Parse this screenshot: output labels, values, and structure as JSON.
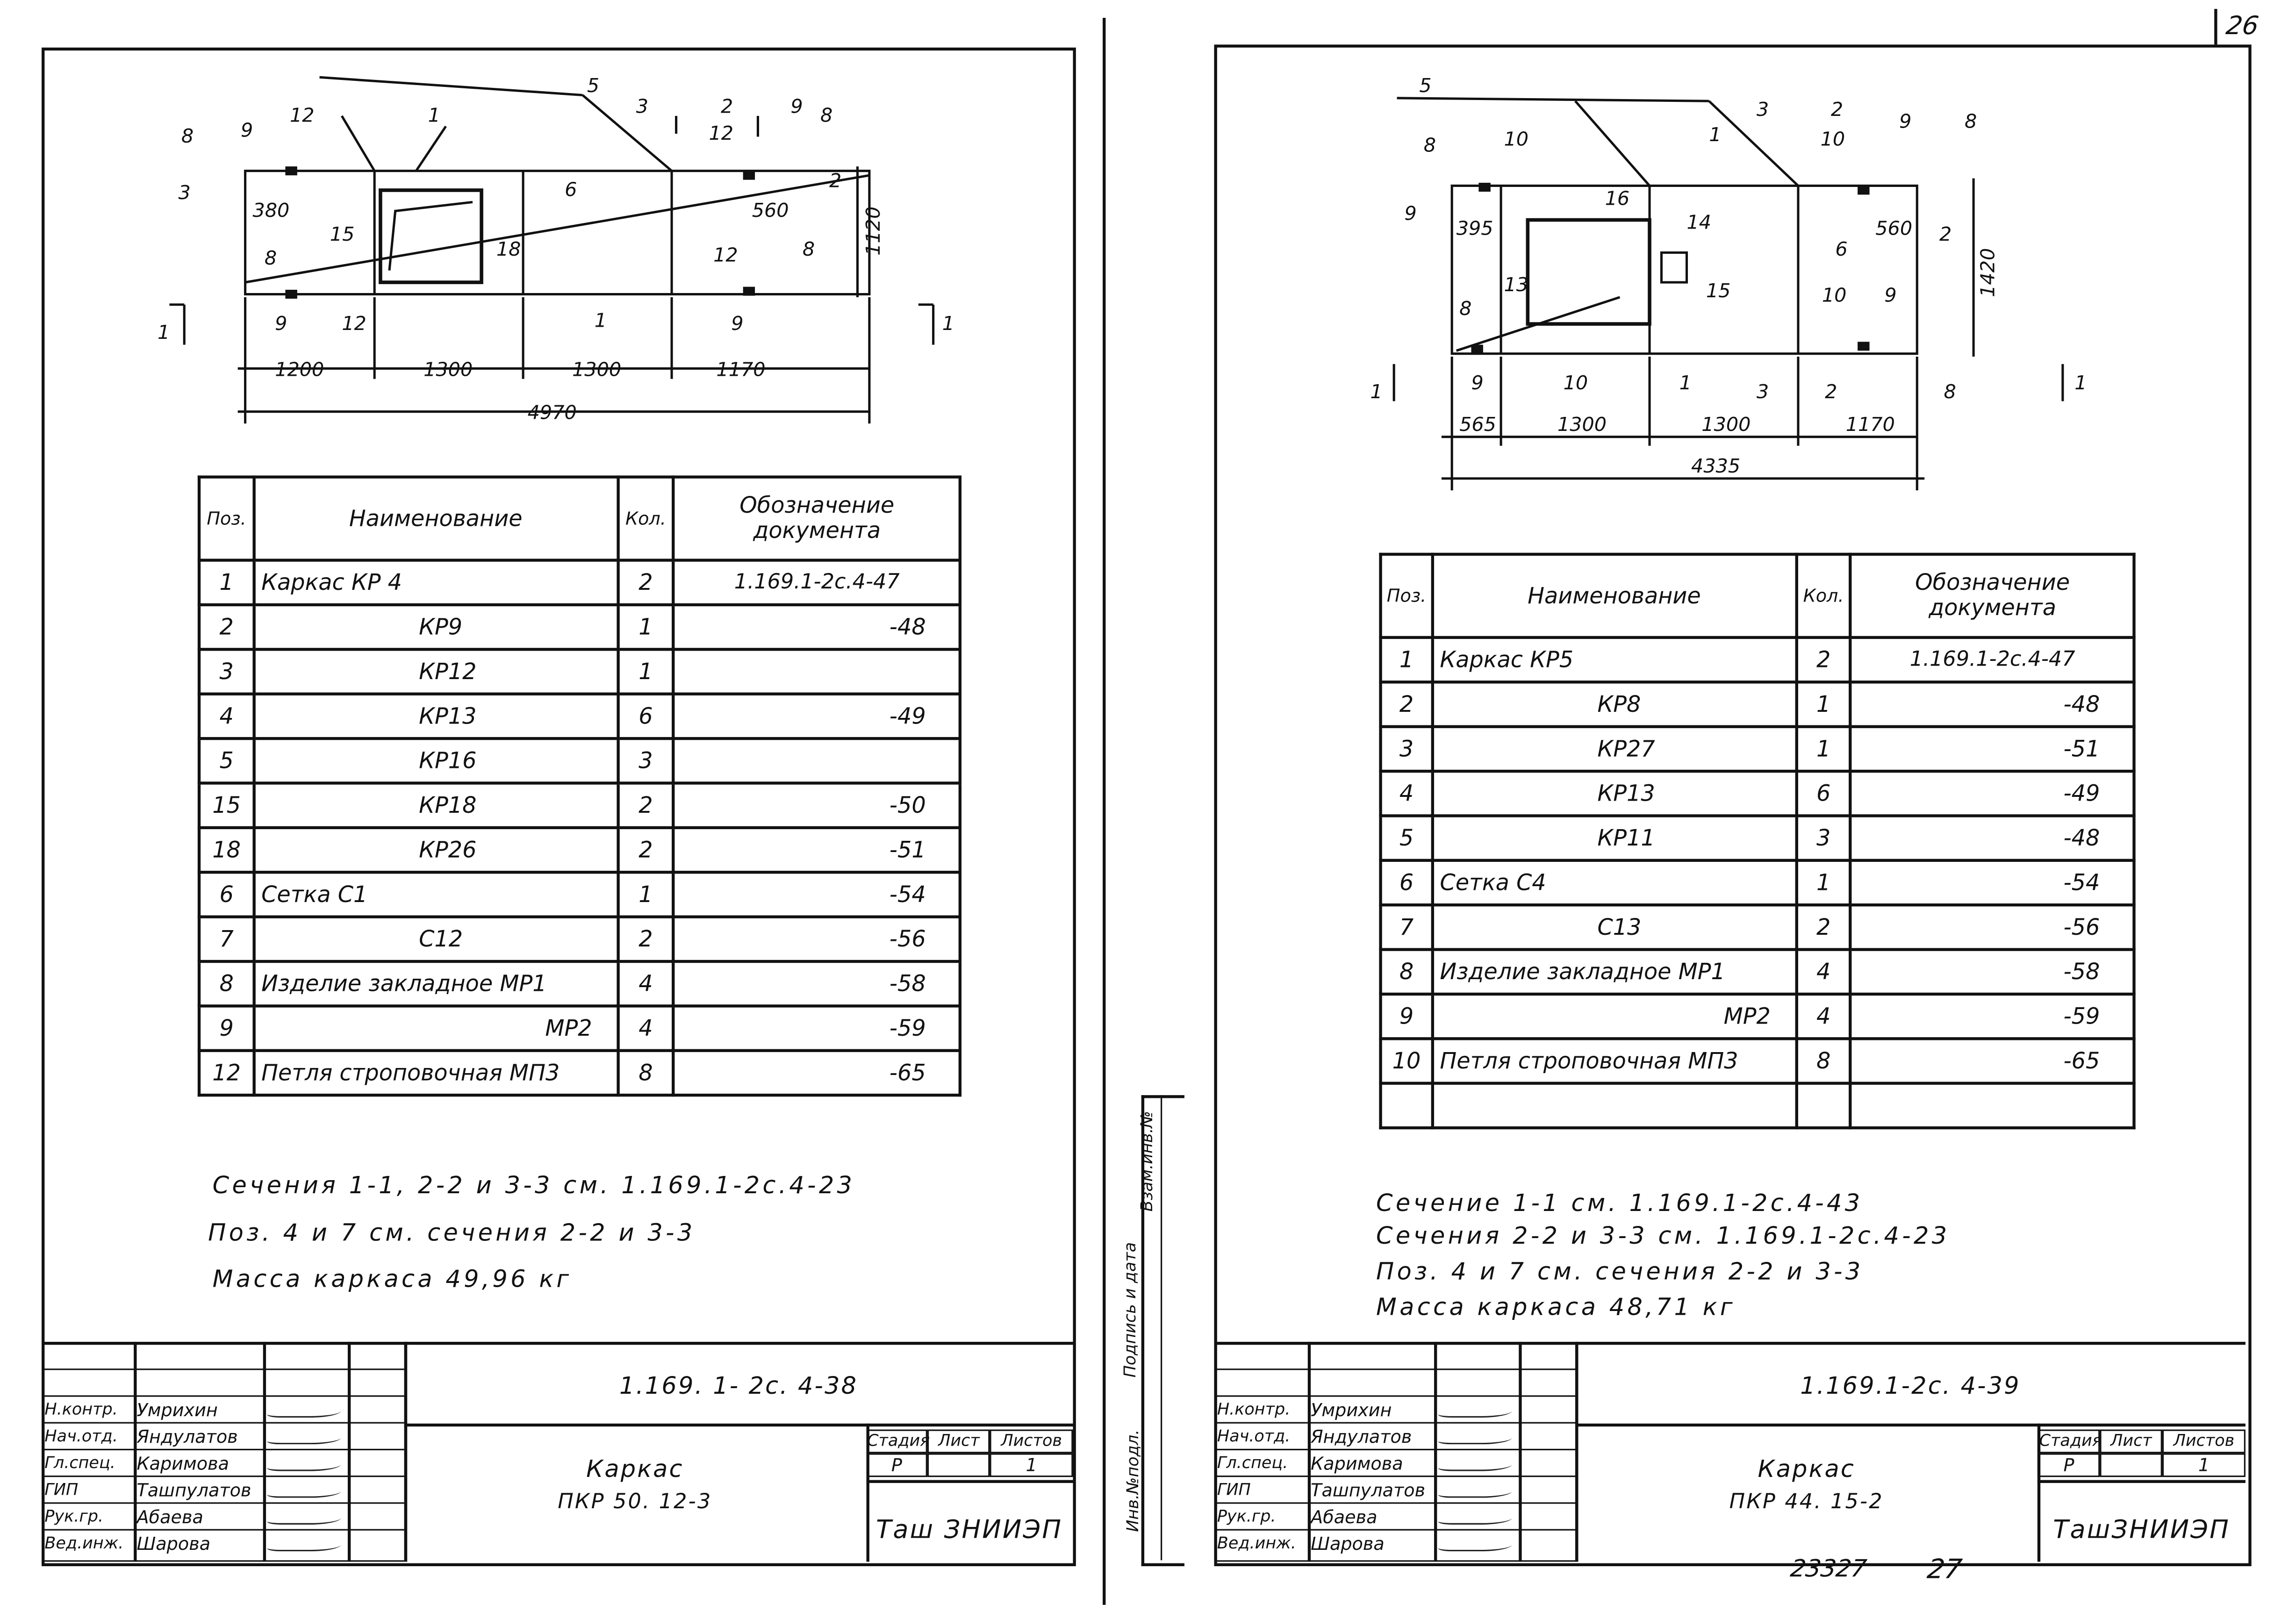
{
  "page_number": "26",
  "bottom_stamp": {
    "inventory": "23327",
    "page": "27"
  },
  "side_strip": [
    "Инв.№подл.",
    "Подпись и дата",
    "Взам.инв.№"
  ],
  "spec_header": {
    "pos": "Поз.",
    "name": "Наименование",
    "qty": "Кол.",
    "doc": "Обозначение документа"
  },
  "title_block_roles": [
    "Н.контр.",
    "Нач.отд.",
    "Гл.спец.",
    "ГИП",
    "Рук.гр.",
    "Вед.инж."
  ],
  "title_block_names": [
    "Умрихин",
    "Яндулатов",
    "Каримова",
    "Ташпулатов",
    "Абаева",
    "Шарова"
  ],
  "stage_headers": {
    "stage": "Стадия",
    "sheet": "Лист",
    "sheets": "Листов"
  },
  "left_sheet": {
    "drawing": {
      "dims_bottom": [
        "1200",
        "1300",
        "1300",
        "1170"
      ],
      "dim_total": "4970",
      "dim_height": "1120",
      "dim_380": "380",
      "dim_560": "560",
      "callouts": [
        "8",
        "9",
        "12",
        "1",
        "5",
        "3",
        "2",
        "12",
        "9",
        "8",
        "3",
        "15",
        "6",
        "18",
        "2",
        "8",
        "9",
        "12",
        "1",
        "12",
        "9",
        "8"
      ],
      "section_marks": [
        "1",
        "1",
        "3",
        "2"
      ]
    },
    "spec_rows": [
      [
        "1",
        "Каркас   КР 4",
        "2",
        "1.169.1-2с.4-47"
      ],
      [
        "2",
        "КР9",
        "1",
        "-48"
      ],
      [
        "3",
        "КР12",
        "1",
        ""
      ],
      [
        "4",
        "КР13",
        "6",
        "-49"
      ],
      [
        "5",
        "КР16",
        "3",
        ""
      ],
      [
        "15",
        "КР18",
        "2",
        "-50"
      ],
      [
        "18",
        "КР26",
        "2",
        "-51"
      ],
      [
        "6",
        "Сетка     С1",
        "1",
        "-54"
      ],
      [
        "7",
        "С12",
        "2",
        "-56"
      ],
      [
        "8",
        "Изделие закладное  МР1",
        "4",
        "-58"
      ],
      [
        "9",
        "МР2",
        "4",
        "-59"
      ],
      [
        "12",
        "Петля строповочная МП3",
        "8",
        "-65"
      ]
    ],
    "notes": [
      "Сечения  1-1, 2-2 и 3-3 см. 1.169.1-2с.4-23",
      "Поз. 4 и 7  см.  сечения  2-2 и 3-3",
      "Масса  каркаса   49,96 кг"
    ],
    "title_block": {
      "code": "1.169. 1- 2с. 4-38",
      "title": "Каркас",
      "mark": "ПКР 50. 12-3",
      "stage": "Р",
      "sheet": "",
      "sheets": "1",
      "org": "Таш ЗНИИЭП"
    }
  },
  "right_sheet": {
    "drawing": {
      "dims_bottom": [
        "565",
        "1300",
        "1300",
        "1170"
      ],
      "dim_total": "4335",
      "dim_height": "1420",
      "dim_395": "395",
      "dim_560": "560",
      "callouts": [
        "5",
        "3",
        "2",
        "9",
        "8",
        "8",
        "10",
        "1",
        "10",
        "9",
        "16",
        "14",
        "6",
        "2",
        "13",
        "15",
        "10",
        "9",
        "8",
        "9",
        "10",
        "1",
        "3",
        "2",
        "8"
      ],
      "section_marks": [
        "1",
        "1"
      ]
    },
    "spec_rows": [
      [
        "1",
        "Каркас    КР5",
        "2",
        "1.169.1-2с.4-47"
      ],
      [
        "2",
        "КР8",
        "1",
        "-48"
      ],
      [
        "3",
        "КР27",
        "1",
        "-51"
      ],
      [
        "4",
        "КР13",
        "6",
        "-49"
      ],
      [
        "5",
        "КР11",
        "3",
        "-48"
      ],
      [
        "6",
        "Сетка    С4",
        "1",
        "-54"
      ],
      [
        "7",
        "С13",
        "2",
        "-56"
      ],
      [
        "8",
        "Изделие закладное  МР1",
        "4",
        "-58"
      ],
      [
        "9",
        "МР2",
        "4",
        "-59"
      ],
      [
        "10",
        "Петля строповочная МП3",
        "8",
        "-65"
      ],
      [
        "",
        "",
        "",
        ""
      ]
    ],
    "notes": [
      "Сечение  1-1  см. 1.169.1-2с.4-43",
      "Сечения  2-2 и 3-3 см. 1.169.1-2с.4-23",
      "Поз. 4 и 7  см.  сечения  2-2 и 3-3",
      "Масса  каркаса   48,71 кг"
    ],
    "title_block": {
      "code": "1.169.1-2с. 4-39",
      "title": "Каркас",
      "mark": "ПКР 44. 15-2",
      "stage": "Р",
      "sheet": "",
      "sheets": "1",
      "org": "ТашЗНИИЭП"
    }
  }
}
